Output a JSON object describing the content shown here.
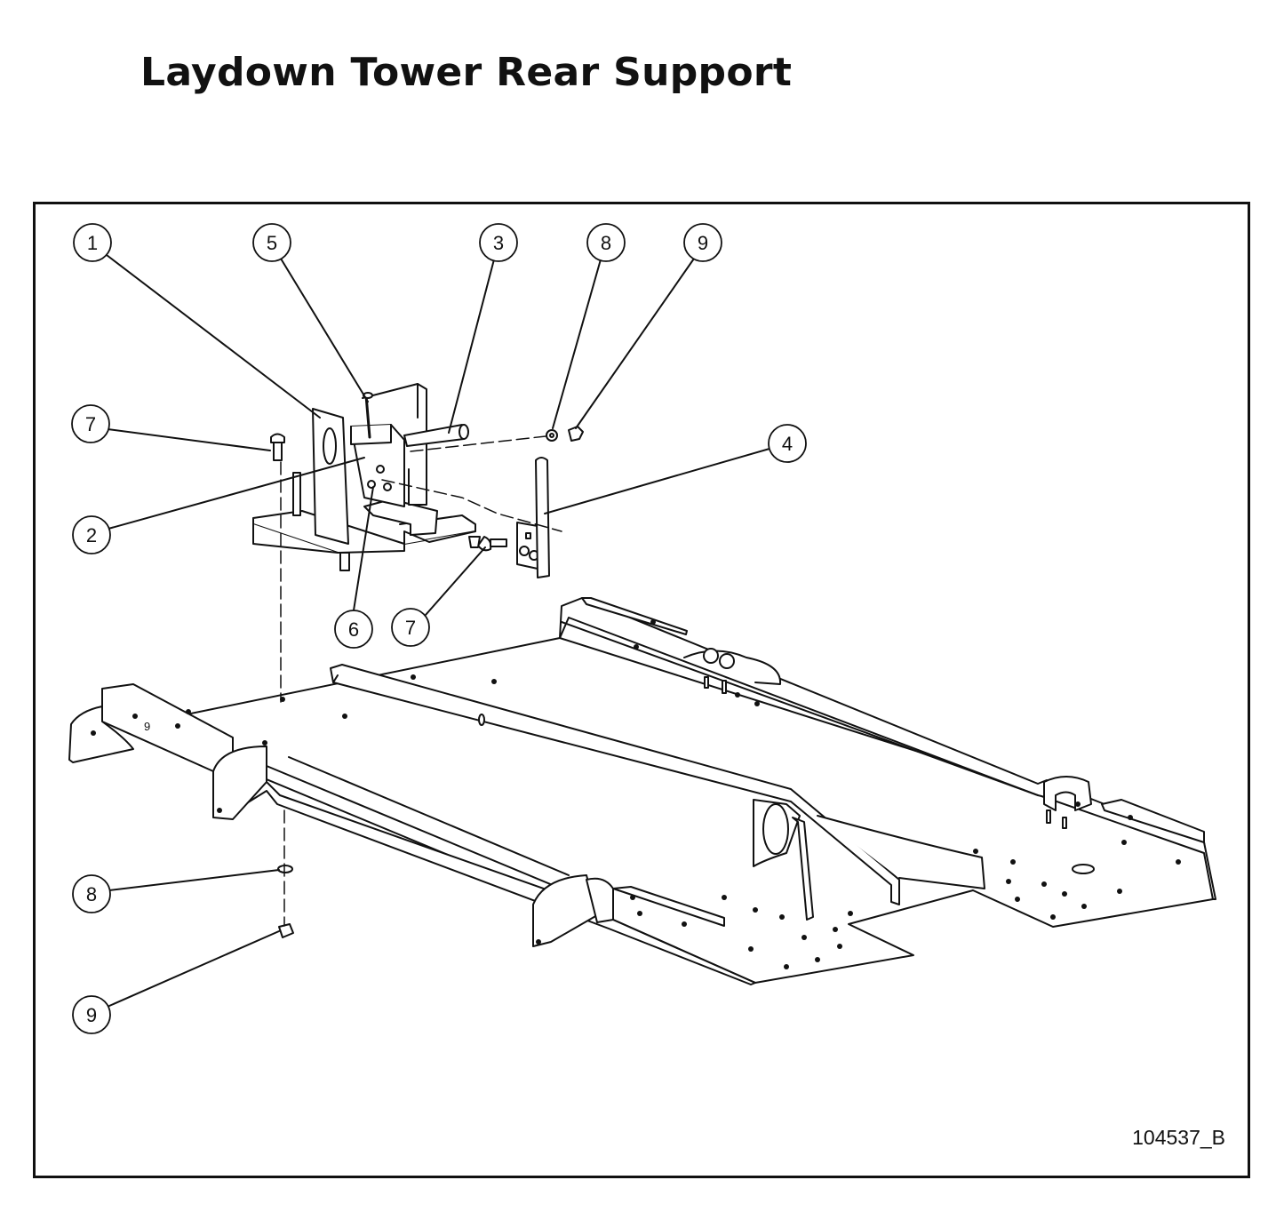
{
  "title": "Laydown Tower Rear Support",
  "drawing_number": "104537_B",
  "callouts": [
    {
      "id": "c1",
      "label": "1"
    },
    {
      "id": "c5",
      "label": "5"
    },
    {
      "id": "c3",
      "label": "3"
    },
    {
      "id": "c8a",
      "label": "8"
    },
    {
      "id": "c9a",
      "label": "9"
    },
    {
      "id": "c7a",
      "label": "7"
    },
    {
      "id": "c4",
      "label": "4"
    },
    {
      "id": "c2",
      "label": "2"
    },
    {
      "id": "c6",
      "label": "6"
    },
    {
      "id": "c7b",
      "label": "7"
    },
    {
      "id": "c8b",
      "label": "8"
    },
    {
      "id": "c9b",
      "label": "9"
    }
  ],
  "part_marking": "9"
}
